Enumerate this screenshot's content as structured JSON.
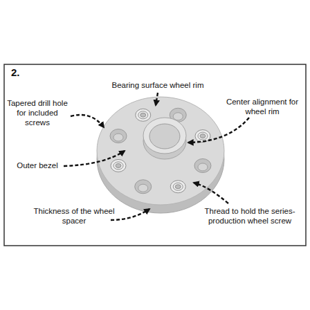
{
  "diagram": {
    "labels": [
      "2.",
      "Bearing surface wheel rim",
      "Tapered drill hole for included screws",
      "Center alignment for wheel rim",
      "Outer bezel",
      "Thickness of the wheel spacer",
      "Thread to hold the series-production wheel screw"
    ]
  }
}
